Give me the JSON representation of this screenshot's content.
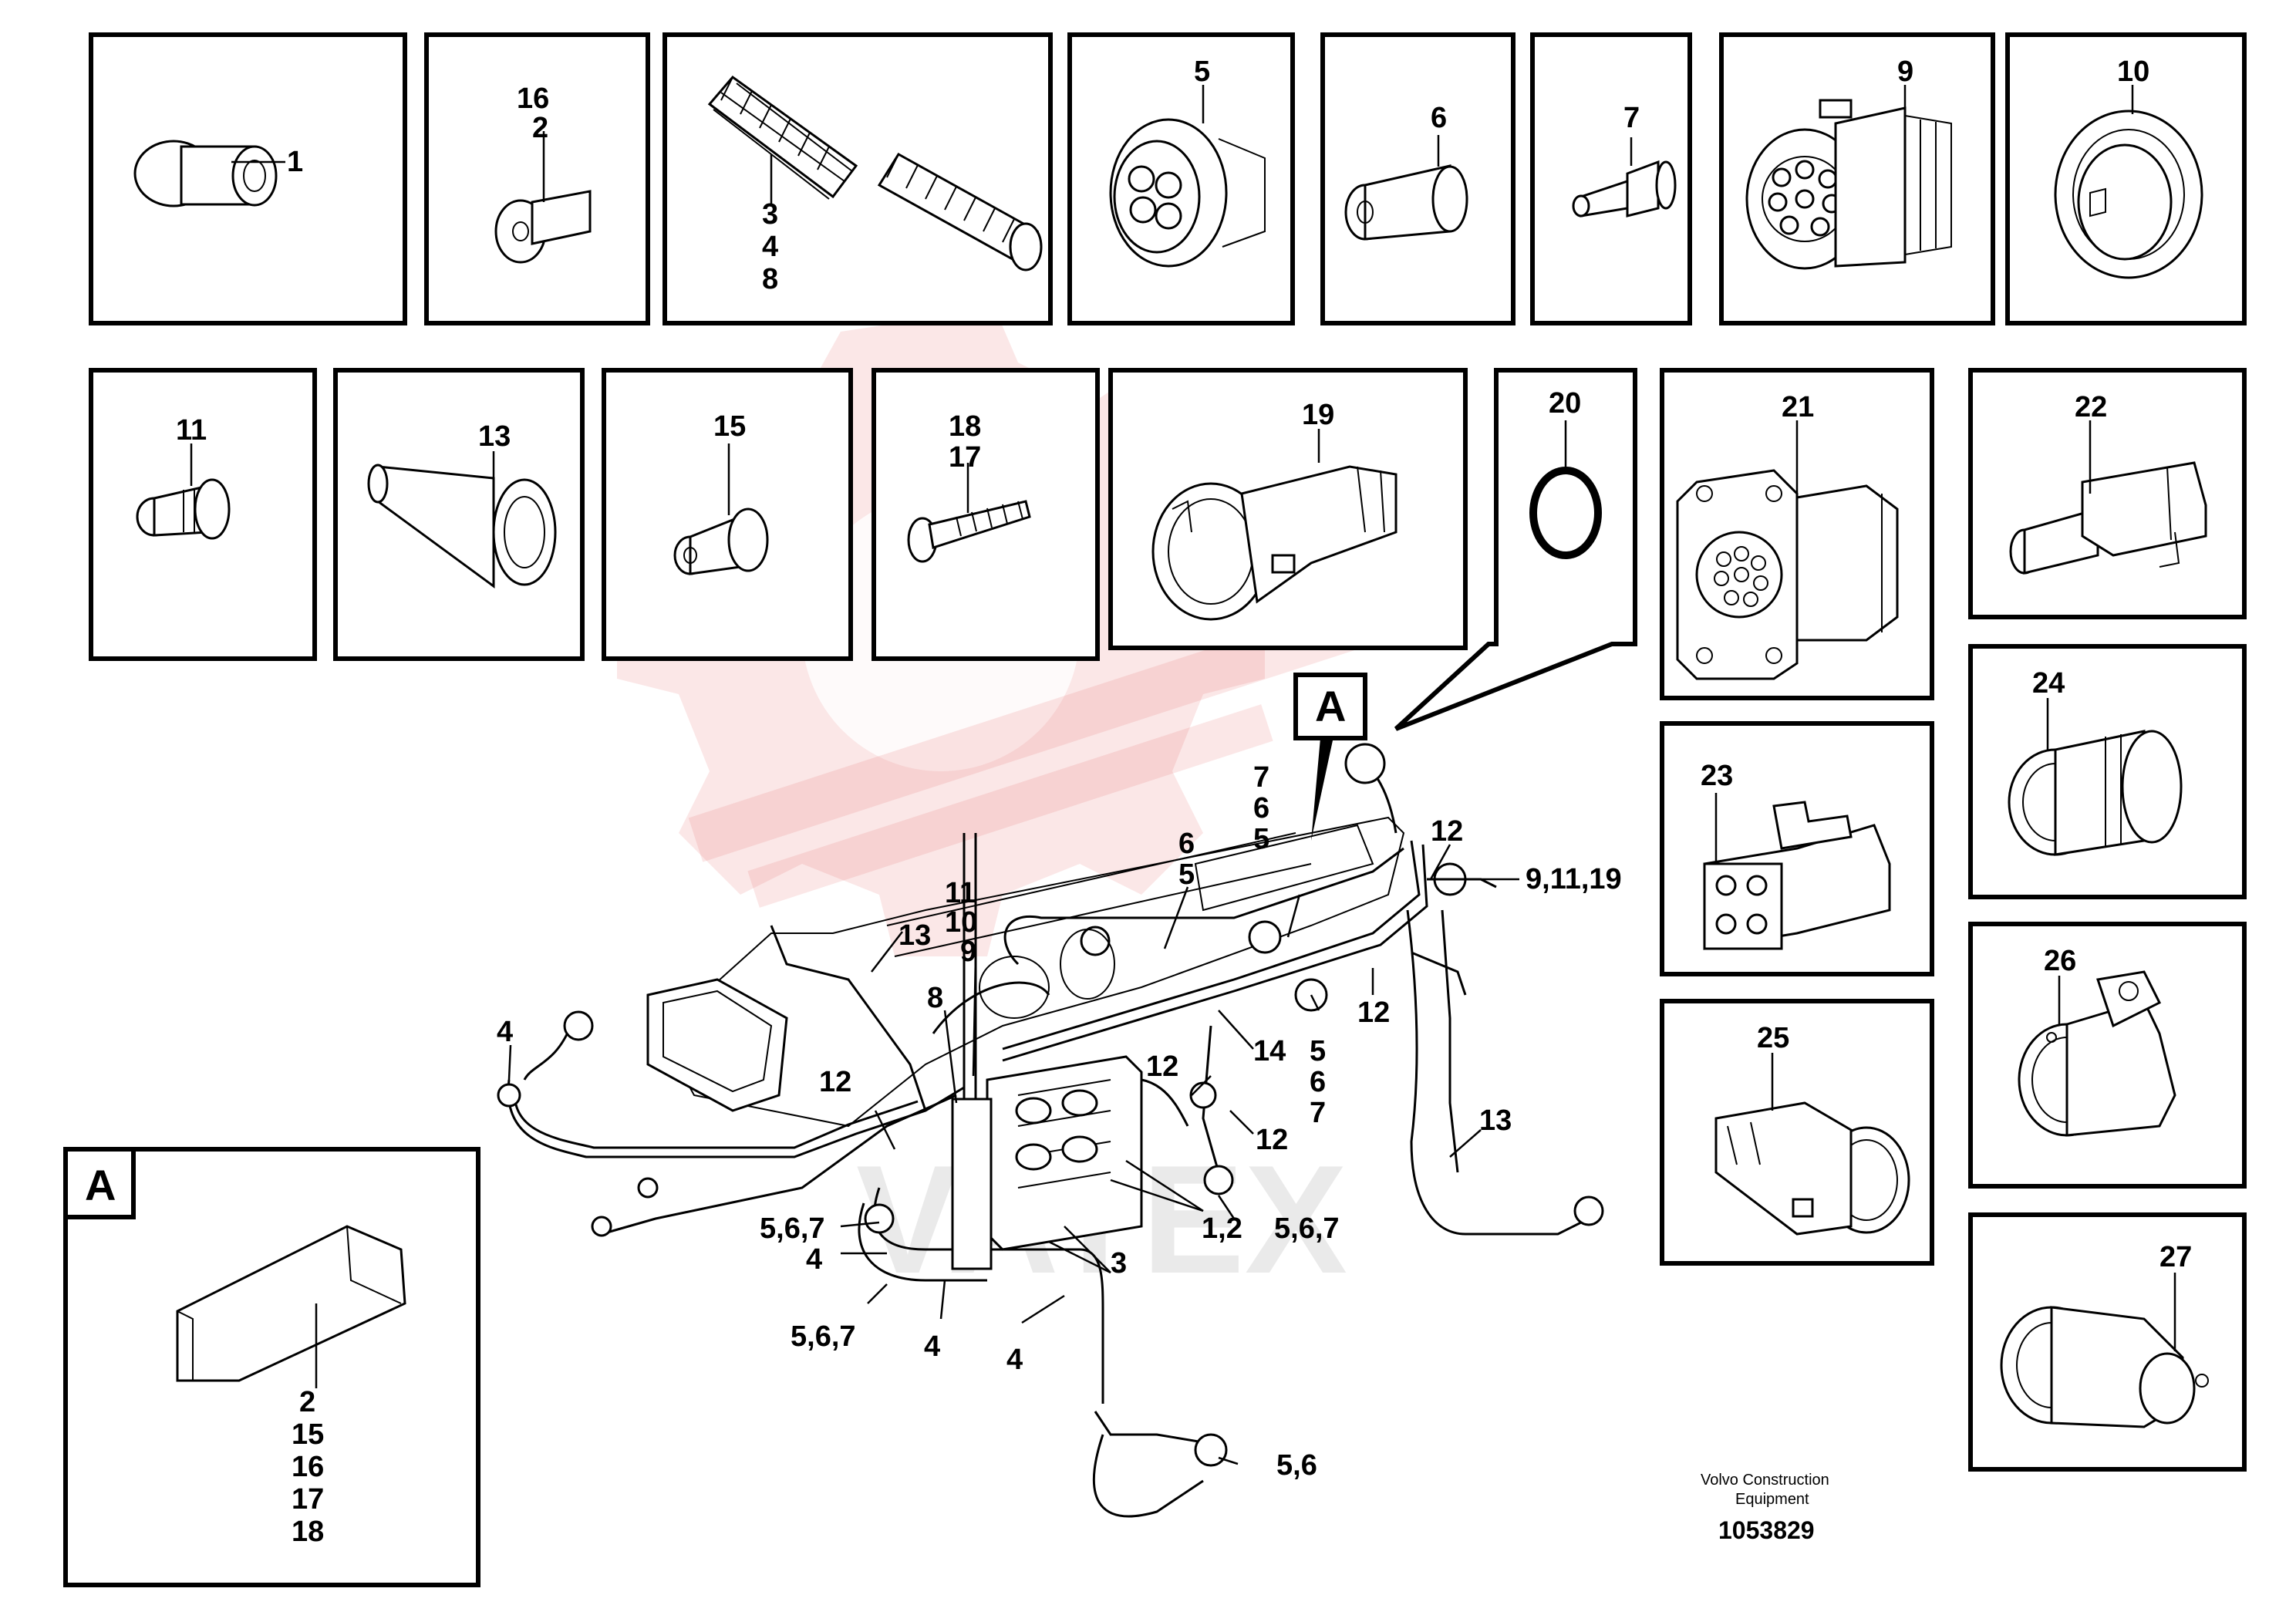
{
  "labels": {
    "p1": "1",
    "p2": "2",
    "p3": "3",
    "p4": "4",
    "p5": "5",
    "p6": "6",
    "p7": "7",
    "p8": "8",
    "p9": "9",
    "p10": "10",
    "p11": "11",
    "p13": "13",
    "p15": "15",
    "p16": "16",
    "p17": "17",
    "p18": "18",
    "p19": "19",
    "p20": "20",
    "p21": "21",
    "p22": "22",
    "p23": "23",
    "p24": "24",
    "p25": "25",
    "p26": "26",
    "p27": "27"
  },
  "callouts": {
    "c_4_left": "4",
    "c_13_top": "13",
    "c_11": "11",
    "c_10": "10",
    "c_9": "9",
    "c_8": "8",
    "c_6_mid": "6",
    "c_5_mid": "5",
    "c_7_top": "7",
    "c_6_top": "6",
    "c_5_top": "5",
    "c_12_right": "12",
    "c_9_11_19": "9,11,19",
    "c_12_mid": "12",
    "c_14": "14",
    "c_5_low": "5",
    "c_6_low": "6",
    "c_7_low": "7",
    "c_12_left": "12",
    "c_12_a": "12",
    "c_12_b": "12",
    "c_13_right": "13",
    "c_567_a": "5,6,7",
    "c_4_b": "4",
    "c_567_b": "5,6,7",
    "c_4_c": "4",
    "c_4_d": "4",
    "c_3": "3",
    "c_1_2": "1,2",
    "c_567_c": "5,6,7",
    "c_5_6": "5,6"
  },
  "view_a": {
    "marker": "A",
    "detail_label": "A",
    "items": [
      "2",
      "15",
      "16",
      "17",
      "18"
    ]
  },
  "footer": {
    "company": "Volvo Construction",
    "company_line2": "Equipment",
    "drawing_number": "1053829"
  },
  "watermark": "VATEX"
}
